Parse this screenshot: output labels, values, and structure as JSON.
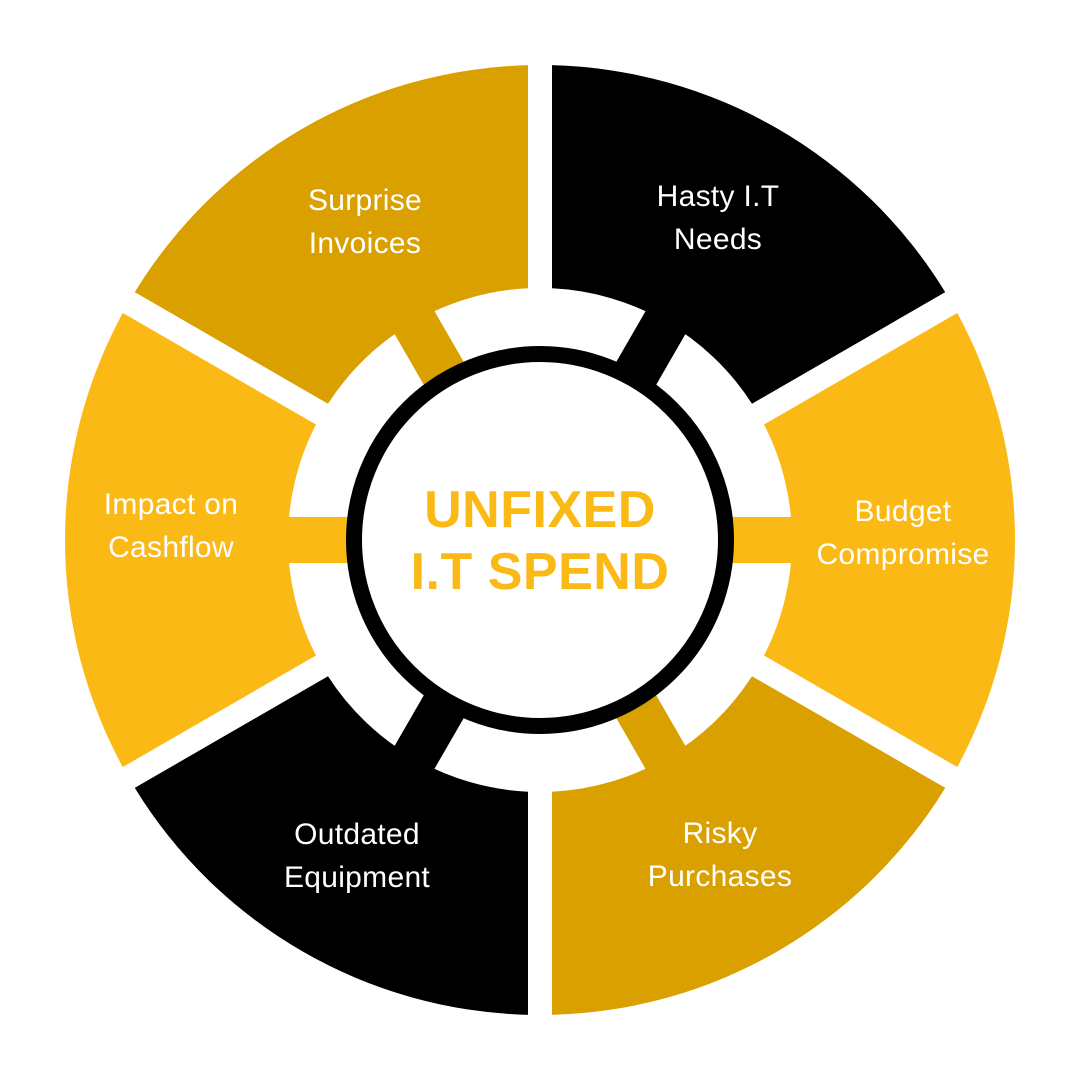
{
  "center": {
    "title_line1": "UNFIXED",
    "title_line2": "I.T SPEND"
  },
  "segments": [
    {
      "line1": "Surprise",
      "line2": "Invoices"
    },
    {
      "line1": "Hasty I.T",
      "line2": "Needs"
    },
    {
      "line1": "Budget",
      "line2": "Compromise"
    },
    {
      "line1": "Risky",
      "line2": "Purchases"
    },
    {
      "line1": "Outdated",
      "line2": "Equipment"
    },
    {
      "line1": "Impact on",
      "line2": "Cashflow"
    }
  ],
  "colors": {
    "black": "#000000",
    "yellow": "#FBB915",
    "gold": "#D9A000",
    "center_fill": "#ffffff",
    "center_ring": "#000000",
    "title": "#FBB915",
    "label_text": "#ffffff"
  }
}
